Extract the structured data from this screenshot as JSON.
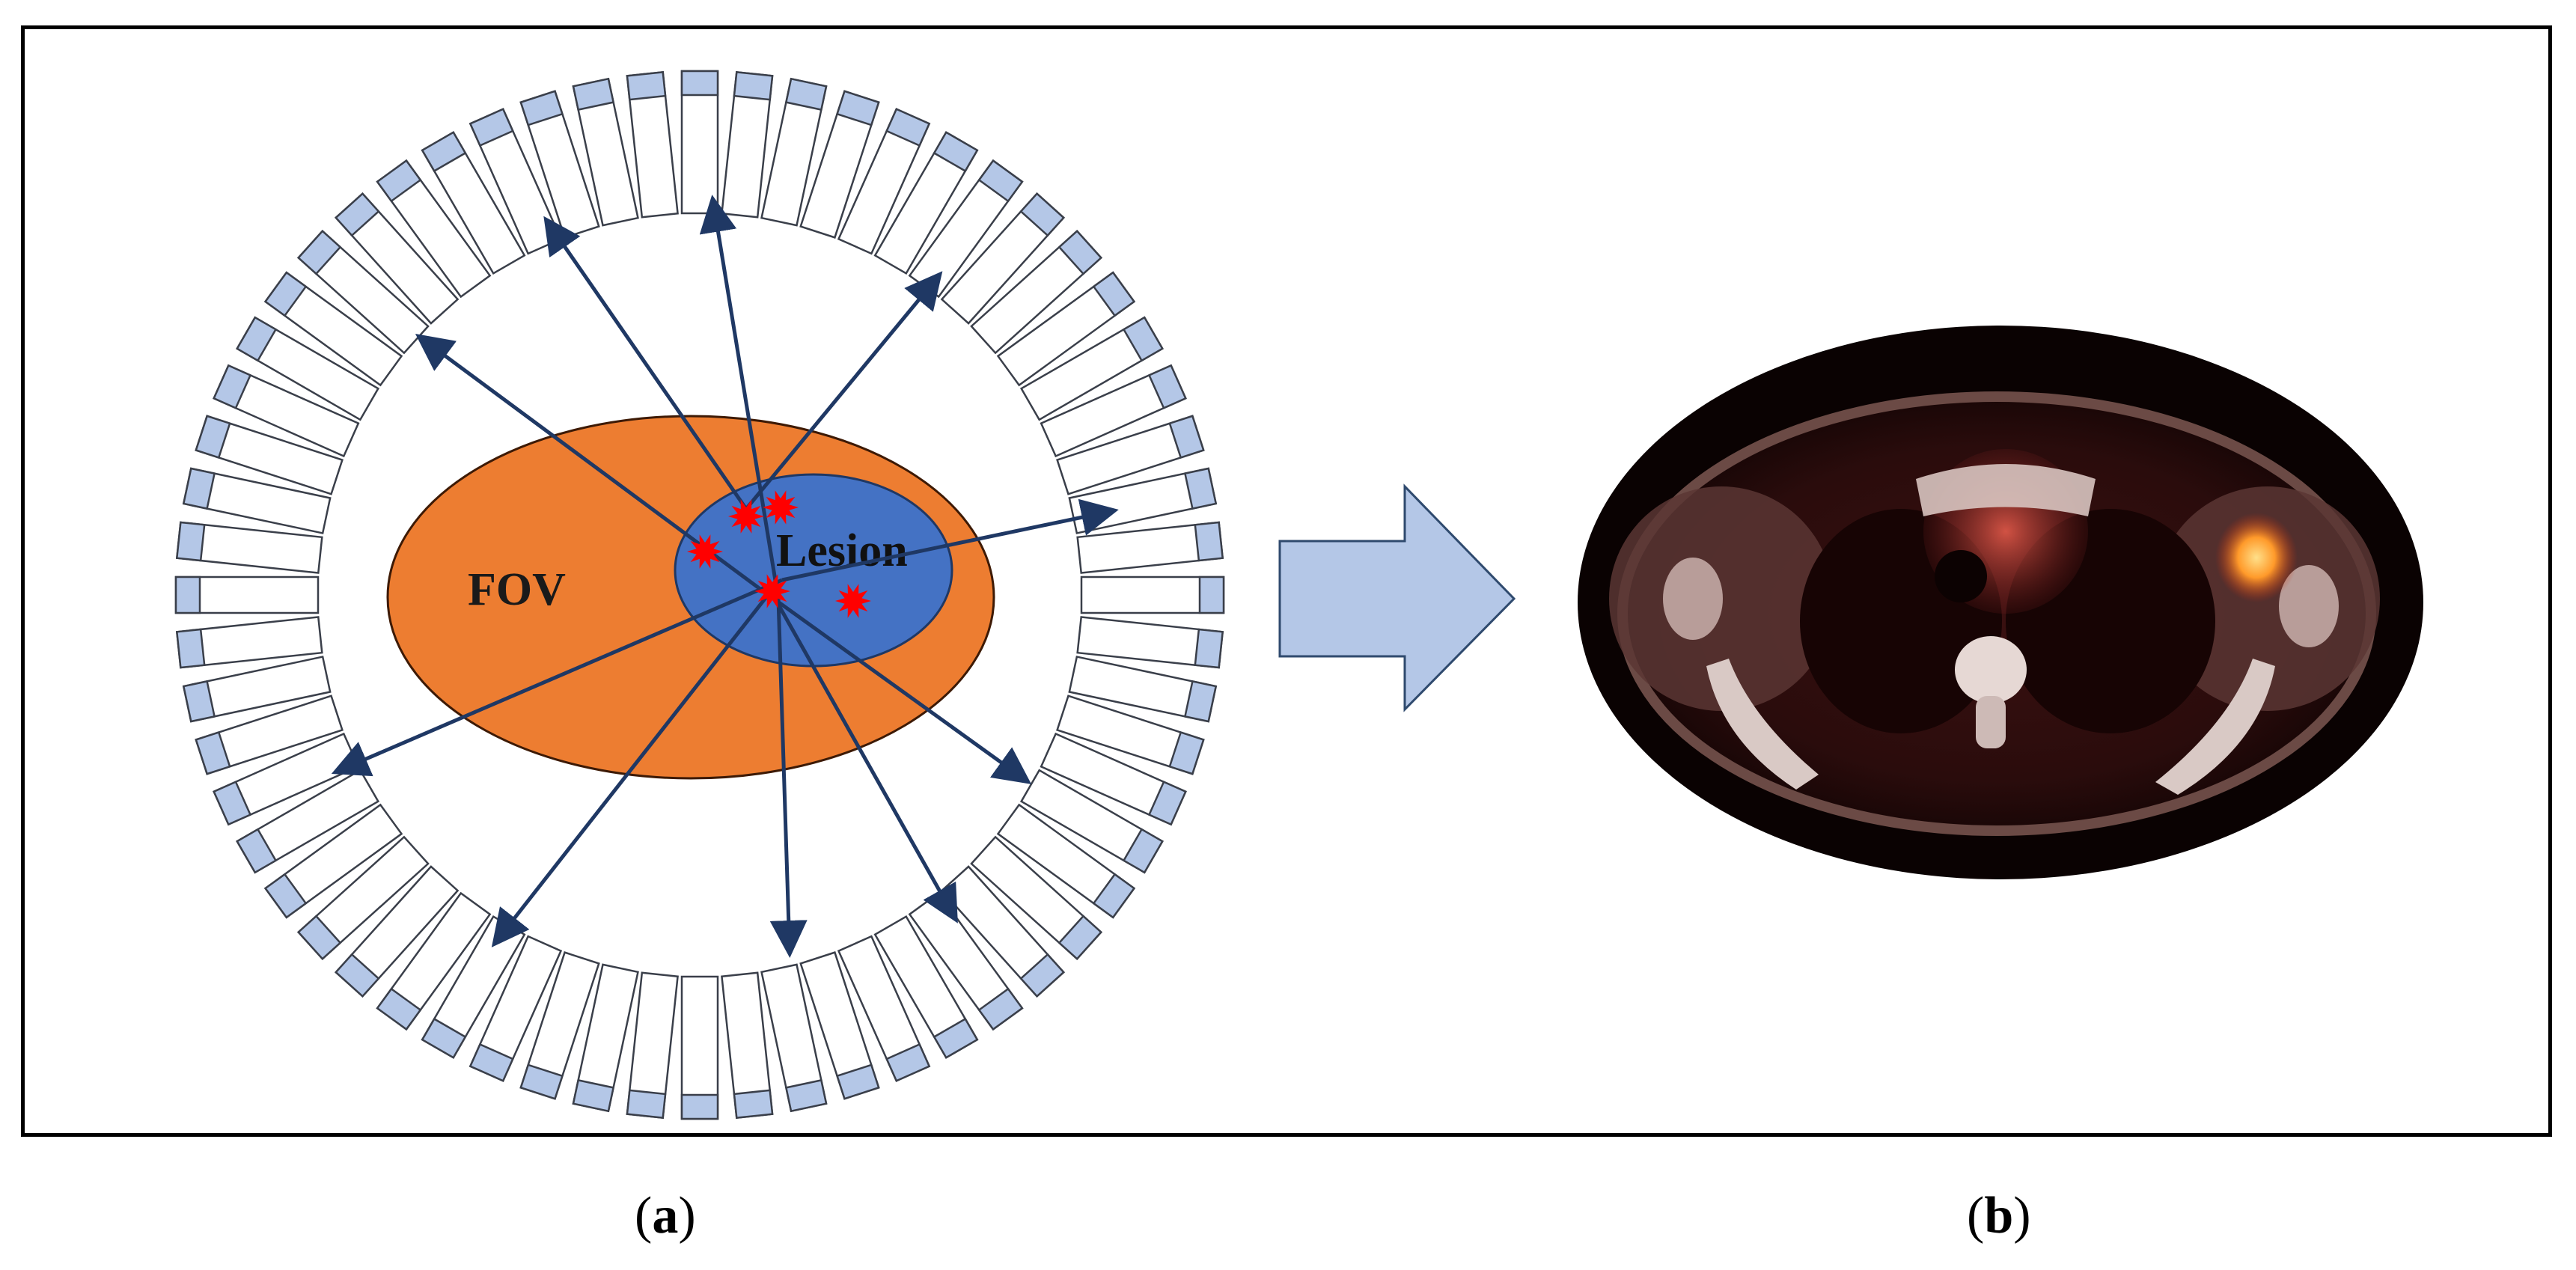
{
  "panel_a": {
    "fov_label": "FOV",
    "lesion_label": "Lesion"
  },
  "captions": {
    "a": {
      "open": "(",
      "letter": "a",
      "close": ")"
    },
    "b": {
      "open": "(",
      "letter": "b",
      "close": ")"
    }
  },
  "colors": {
    "fov_fill": "#ED7D31",
    "lesion_fill": "#4472C4",
    "detector_tip": "#B4C7E7",
    "arrow_line": "#1F3864",
    "event_star": "#FF0000",
    "process_arrow": "#B4C7E7",
    "frame": "#000000"
  },
  "icons": {
    "process_arrow": "right-block-arrow-icon",
    "event": "annihilation-star-icon"
  }
}
